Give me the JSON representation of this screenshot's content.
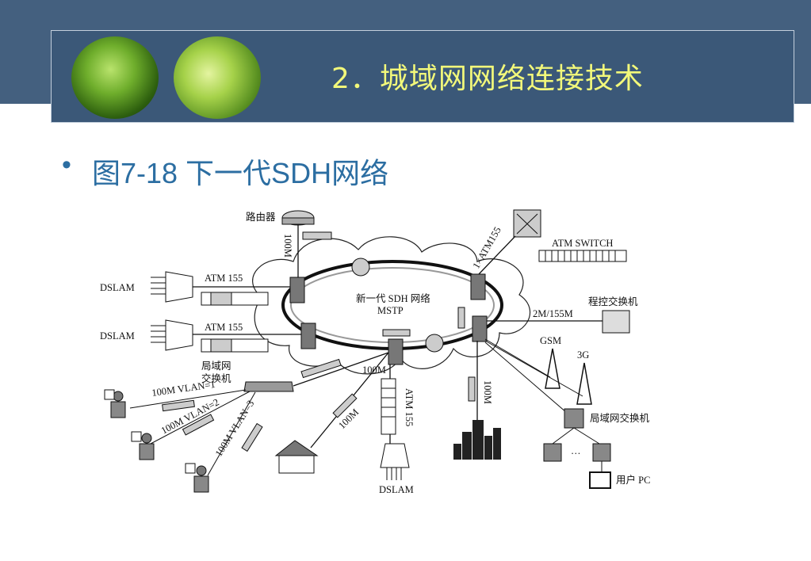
{
  "slide": {
    "title": "2．城域网网络连接技术",
    "bullet": "•",
    "bullet_text": "图7-18 下一代SDH网络"
  },
  "diagram": {
    "center_line1": "新一代 SDH 网络",
    "center_line2": "MSTP",
    "router_label": "路由器",
    "link_100m_router": "100M",
    "atm_link": "1×ATM155",
    "atm_switch": "ATM SWITCH",
    "dslam_1": "DSLAM",
    "dslam_2": "DSLAM",
    "dslam_bottom": "DSLAM",
    "atm155_1": "ATM 155",
    "atm155_2": "ATM 155",
    "atm155_bottom": "ATM 155",
    "pbx_label": "程控交换机",
    "link_2m_155m": "2M/155M",
    "gsm": "GSM",
    "g3": "3G",
    "lan_switch_left_1": "局域网",
    "lan_switch_left_2": "交换机",
    "link_100m_center": "100M",
    "link_100m_house": "100M",
    "link_100m_building": "100M",
    "vlan1": "100M VLAN=1",
    "vlan2": "100M VLAN=2",
    "vlan3": "100M VLAN=3",
    "lan_switch_right": "局域网交换机",
    "ellipsis": "…",
    "user_pc": "用户 PC"
  },
  "colors": {
    "top_band": "#44607f",
    "title_text": "#f2f87a",
    "bullet_text": "#2c6ea2"
  }
}
